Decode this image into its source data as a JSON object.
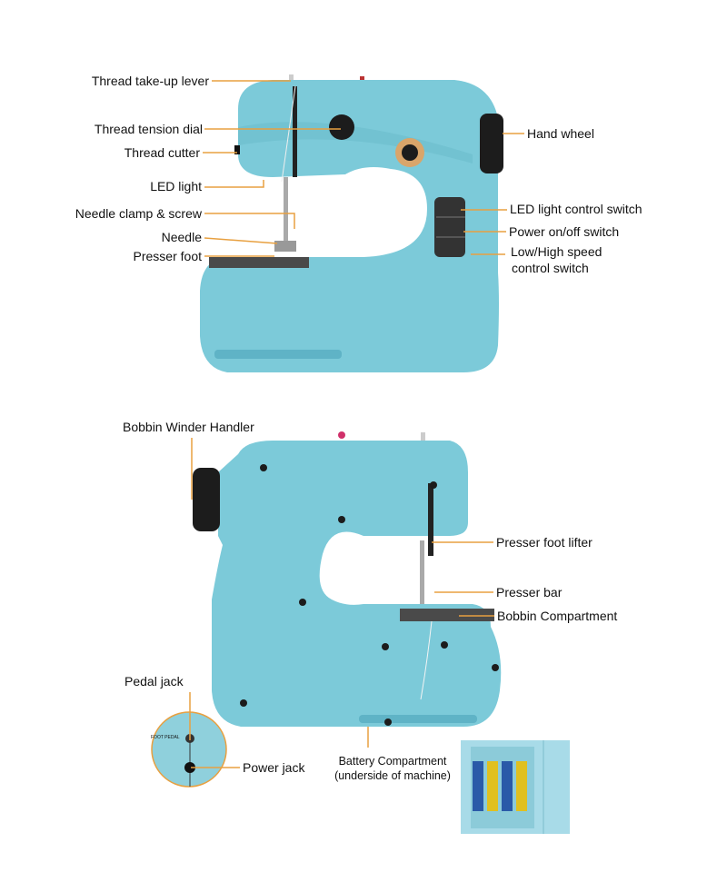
{
  "colors": {
    "body": "#7ccad9",
    "body_shade": "#5fb3c6",
    "leader": "#e8a040",
    "dark": "#1c1c1c"
  },
  "side_view": {
    "labels": {
      "thread_take_up_lever": "Thread take-up lever",
      "thread_tension_dial": "Thread tension dial",
      "thread_cutter": "Thread cutter",
      "led_light": "LED  light",
      "needle_clamp": "Needle clamp & screw",
      "needle": "Needle",
      "presser_foot": "Presser foot",
      "hand_wheel": "Hand wheel",
      "led_switch": "LED  light  control switch",
      "power_switch": "Power on/off switch",
      "speed_switch_1": "Low/High speed",
      "speed_switch_2": "control switch"
    }
  },
  "rear_view": {
    "labels": {
      "bobbin_winder": "Bobbin Winder Handler",
      "presser_foot_lifter": "Presser foot lifter",
      "presser_bar": "Presser bar",
      "bobbin_compartment": "Bobbin Compartment",
      "pedal_jack": "Pedal jack",
      "power_jack": "Power jack",
      "battery_1": "Battery Compartment",
      "battery_2": "(underside of machine)"
    },
    "inset_text": {
      "foot_pedal": "FOOT PEDAL"
    }
  }
}
